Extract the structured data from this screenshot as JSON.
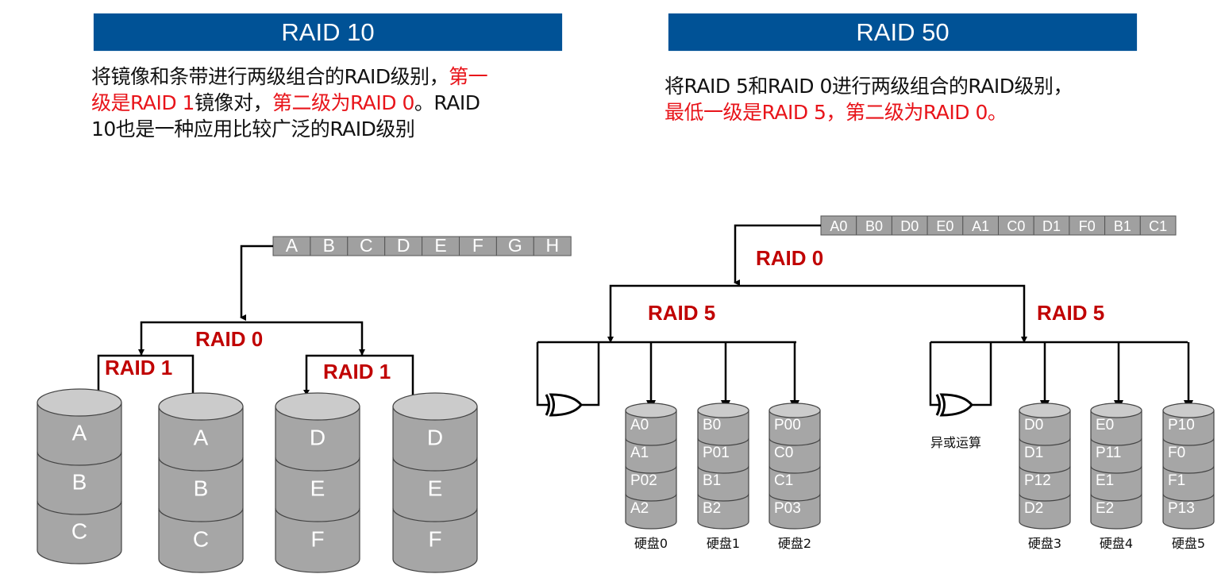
{
  "left": {
    "banner": "RAID 10",
    "description": [
      {
        "text": "将镜像和条带进行两级组合的RAID级别，",
        "color": "black"
      },
      {
        "text": "第一级是RAID 1",
        "color": "red"
      },
      {
        "text": "镜像对，",
        "color": "black"
      },
      {
        "text": "第二级为RAID 0",
        "color": "red"
      },
      {
        "text": "。RAID 10也是一种应用比较广泛的RAID级别",
        "color": "black"
      }
    ],
    "desc_lines": {
      "l1_black": "将镜像和条带进行两级组合的RAID级别，",
      "l1_red": "第一",
      "l2_red_a": "级是RAID 1",
      "l2_black_a": "镜像对，",
      "l2_red_b": "第二级为RAID 0",
      "l2_black_b": "。RAID",
      "l3_black": "10也是一种应用比较广泛的RAID级别"
    },
    "diagram": {
      "data_strip": [
        "A",
        "B",
        "C",
        "D",
        "E",
        "F",
        "G",
        "H"
      ],
      "raid0_label": "RAID 0",
      "raid1_labels": [
        "RAID 1",
        "RAID 1"
      ],
      "disks": [
        {
          "blocks": [
            "A",
            "B",
            "C"
          ]
        },
        {
          "blocks": [
            "A",
            "B",
            "C"
          ]
        },
        {
          "blocks": [
            "D",
            "E",
            "F"
          ]
        },
        {
          "blocks": [
            "D",
            "E",
            "F"
          ]
        }
      ]
    }
  },
  "right": {
    "banner": "RAID 50",
    "desc_lines": {
      "l1_black": "将RAID 5和RAID 0进行两级组合的RAID级别，",
      "l2_red": "最低一级是RAID 5，第二级为RAID 0。"
    },
    "diagram": {
      "data_strip": [
        "A0",
        "B0",
        "D0",
        "E0",
        "A1",
        "C0",
        "D1",
        "F0",
        "B1",
        "C1"
      ],
      "raid0_label": "RAID 0",
      "raid5_labels": [
        "RAID 5",
        "RAID 5"
      ],
      "xor_label": "异或运算",
      "disks": [
        {
          "name": "硬盘0",
          "blocks": [
            "A0",
            "A1",
            "P02",
            "A2"
          ]
        },
        {
          "name": "硬盘1",
          "blocks": [
            "B0",
            "P01",
            "B1",
            "B2"
          ]
        },
        {
          "name": "硬盘2",
          "blocks": [
            "P00",
            "C0",
            "C1",
            "P03"
          ]
        },
        {
          "name": "硬盘3",
          "blocks": [
            "D0",
            "D1",
            "P12",
            "D2"
          ]
        },
        {
          "name": "硬盘4",
          "blocks": [
            "E0",
            "P11",
            "E1",
            "E2"
          ]
        },
        {
          "name": "硬盘5",
          "blocks": [
            "P10",
            "F0",
            "F1",
            "P13"
          ]
        }
      ]
    }
  },
  "colors": {
    "banner": "#005296",
    "accent_red": "#e8141a",
    "label_red": "#c00000",
    "disk_body": "#a6a6a6",
    "disk_top": "#cbcbcb",
    "strip": "#a0a0a0"
  }
}
